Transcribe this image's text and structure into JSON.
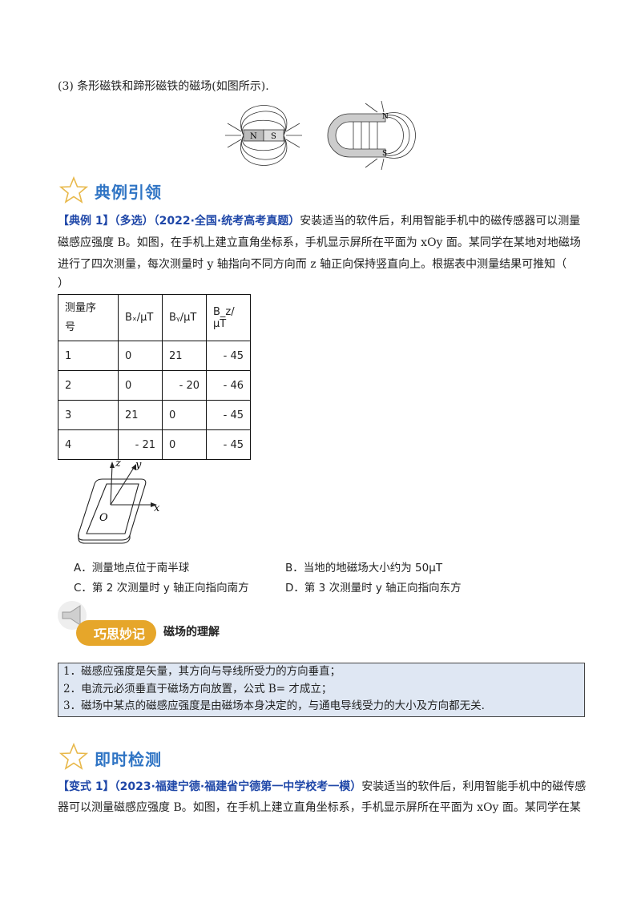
{
  "intro_line": "(3) 条形磁铁和蹄形磁铁的磁场(如图所示).",
  "bar_magnet": {
    "north": "N",
    "south": "S"
  },
  "horseshoe_magnet": {
    "north": "N",
    "south": "S"
  },
  "section1_title": "典例引领",
  "example": {
    "tag": "【典例 1】",
    "type": "（多选）",
    "source": "（2022·全国·统考高考真题）",
    "line1_text": "安装适当的软件后，利用智能手机中的磁传感器可以测量",
    "line2": "磁感应强度 B。如图，在手机上建立直角坐标系，手机显示屏所在平面为 xOy 面。某同学在某地对地磁场",
    "line3": "进行了四次测量，每次测量时 y 轴指向不同方向而 z 轴正向保持竖直向上。根据表中测量结果可推知（",
    "line4": "）"
  },
  "table": {
    "headers": [
      "测量序号",
      "Bₓ/μT",
      "Bᵧ/μT",
      "B_z/μT"
    ],
    "header_line1": "测量序",
    "header_line2": "号",
    "rows": [
      [
        "1",
        "0",
        "21",
        "- 45"
      ],
      [
        "2",
        "0",
        "- 20",
        "- 46"
      ],
      [
        "3",
        "21",
        "0",
        "- 45"
      ],
      [
        "4",
        "- 21",
        "0",
        "- 45"
      ]
    ]
  },
  "phone_axes": {
    "z": "z",
    "y": "y",
    "x": "x",
    "origin": "O"
  },
  "options": {
    "A": "A．测量地点位于南半球",
    "B": "B．当地的地磁场大小约为 50μT",
    "C": "C．第 2 次测量时 y 轴正向指向南方",
    "D": "D．第 3 次测量时 y 轴正向指向东方"
  },
  "tip": {
    "badge": "巧思妙记",
    "title": "磁场的理解",
    "items": [
      "1．磁感应强度是矢量，其方向与导线所受力的方向垂直；",
      "2．电流元必须垂直于磁场方向放置，公式 B= 才成立；",
      "3．磁场中某点的磁感应强度是由磁场本身决定的，与通电导线受力的大小及方向都无关."
    ]
  },
  "section2_title": "即时检测",
  "variant": {
    "tag": "【变式 1】",
    "source": "（2023·福建宁德·福建省宁德第一中学校考一模）",
    "line1_text": "安装适当的软件后，利用智能手机中的磁传感",
    "line2": "器可以测量磁感应强度 B。如图，在手机上建立直角坐标系，手机显示屏所在平面为 xOy 面。某同学在某"
  },
  "colors": {
    "accent_blue": "#1f47a8",
    "title_blue": "#2f74c4",
    "star": "#e8b84a",
    "tip_bg": "#dfe7f3",
    "badge": "#e6a62a"
  }
}
